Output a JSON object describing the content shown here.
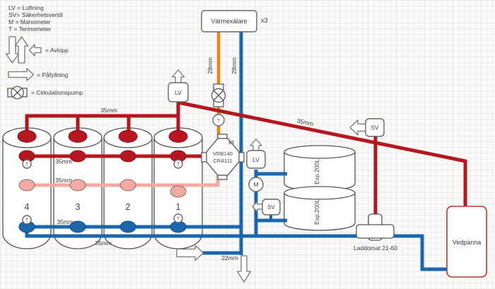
{
  "legend": {
    "items": [
      "LV = Luftning",
      "SV= Säkerhetsventil",
      "M = Manometer",
      "T = Termometer"
    ],
    "avlopp": "= Avlopp",
    "pafyllning": "= Påfyllning",
    "cirkulationspump": "= Cirkulationspump"
  },
  "heat_exchanger": {
    "label": "Värmexälare",
    "count": "x3"
  },
  "mixing_valve": {
    "model_line1": "VRB140",
    "model_line2": "CRA111",
    "count": "x3"
  },
  "markers": {
    "lv": "LV",
    "sv": "SV",
    "m": "M",
    "t": "T"
  },
  "tanks": {
    "numbers": [
      "4",
      "3",
      "2",
      "1"
    ]
  },
  "expansion_tanks": {
    "label": "Exp.200L"
  },
  "laddomat": {
    "label": "Laddomat 21-60"
  },
  "boiler": {
    "label": "Vedpanna"
  },
  "pipe_labels": {
    "d35": "35mm",
    "d28": "28mm",
    "d22": "22mm"
  },
  "colors": {
    "hot_pipe": "#b5161f",
    "cold_pipe": "#1b67ae",
    "warm_pipe": "#f2aaa2",
    "exchanger_pipe": "#ef8414",
    "boiler_outline": "#c0392b"
  }
}
